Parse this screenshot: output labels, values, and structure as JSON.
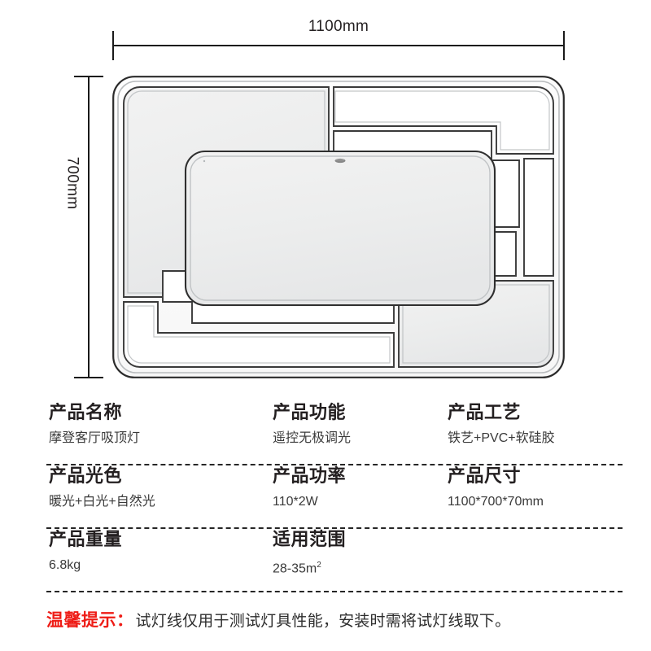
{
  "diagram": {
    "title": "ceiling-lamp-dimension-drawing",
    "width_label": "1100mm",
    "height_label": "700mm"
  },
  "specs": {
    "rows": [
      {
        "cells": [
          {
            "key": "产品名称",
            "value": "摩登客厅吸顶灯"
          },
          {
            "key": "产品功能",
            "value": "遥控无极调光"
          },
          {
            "key": "产品工艺",
            "value": "铁艺+PVC+软硅胶"
          }
        ]
      },
      {
        "cells": [
          {
            "key": "产品光色",
            "value": "暖光+白光+自然光"
          },
          {
            "key": "产品功率",
            "value": "110*2W"
          },
          {
            "key": "产品尺寸",
            "value": "1100*700*70mm"
          }
        ]
      },
      {
        "cells": [
          {
            "key": "产品重量",
            "value": "6.8kg"
          },
          {
            "key": "适用范围",
            "value": "28-35m",
            "sup": "2"
          }
        ]
      }
    ]
  },
  "warning": {
    "label": "温馨提示：",
    "text": "试灯线仅用于测试灯具性能，安装时需将试灯线取下。",
    "label_color": "#ee1c16"
  }
}
